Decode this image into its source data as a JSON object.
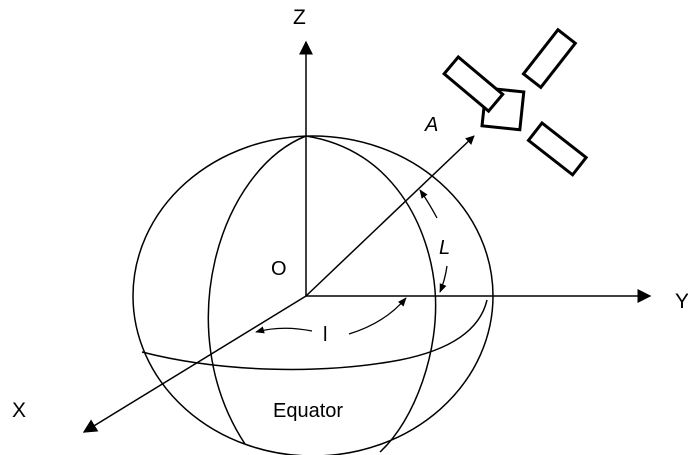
{
  "labels": {
    "axis_z": "Z",
    "axis_y": "Y",
    "axis_x": "X",
    "origin": "O",
    "vector_a": "A",
    "angle_l": "L",
    "angle_i": "l",
    "equator": "Equator"
  }
}
